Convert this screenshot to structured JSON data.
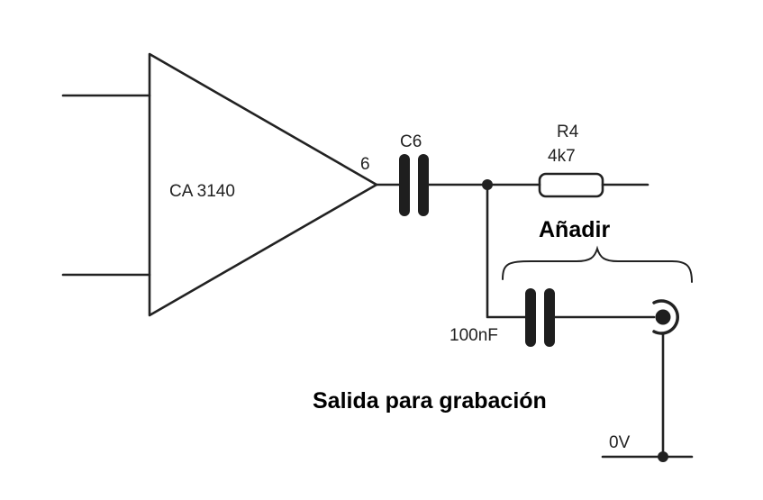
{
  "amplifier": {
    "label": "CA 3140",
    "output_pin": "6"
  },
  "coupling_capacitor": {
    "label": "C6"
  },
  "resistor": {
    "name": "R4",
    "value": "4k7"
  },
  "added_capacitor": {
    "value": "100nF"
  },
  "ground": {
    "label": "0V"
  },
  "annotations": {
    "add": "Añadir",
    "recording_output": "Salida para grabación"
  }
}
